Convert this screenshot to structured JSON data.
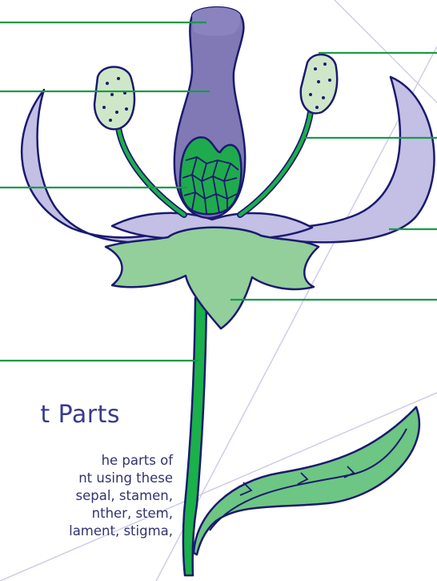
{
  "worksheet": {
    "title": "t Parts",
    "instructions": [
      "he parts of",
      "nt using these",
      "sepal, stamen,",
      "nther, stem,",
      "lament, stigma,"
    ]
  },
  "colors": {
    "pistil": "#8079b6",
    "ovary": "#1faa4e",
    "petal": "#c3bfe5",
    "sepal": "#92cf9b",
    "anther": "#cfe7c8",
    "stem": "#1ab04a",
    "leaf": "#6dc683",
    "outline": "#1b1a6e",
    "leader_line": "#1a9a48",
    "guide_line": "#cfcde6"
  },
  "icons": {
    "stigma": "stigma-icon",
    "style": "style-icon",
    "ovary": "ovary-icon",
    "anther": "anther-icon",
    "filament": "filament-icon",
    "petal": "petal-icon",
    "sepal": "sepal-icon",
    "stem": "stem-icon",
    "leaf": "leaf-icon"
  }
}
